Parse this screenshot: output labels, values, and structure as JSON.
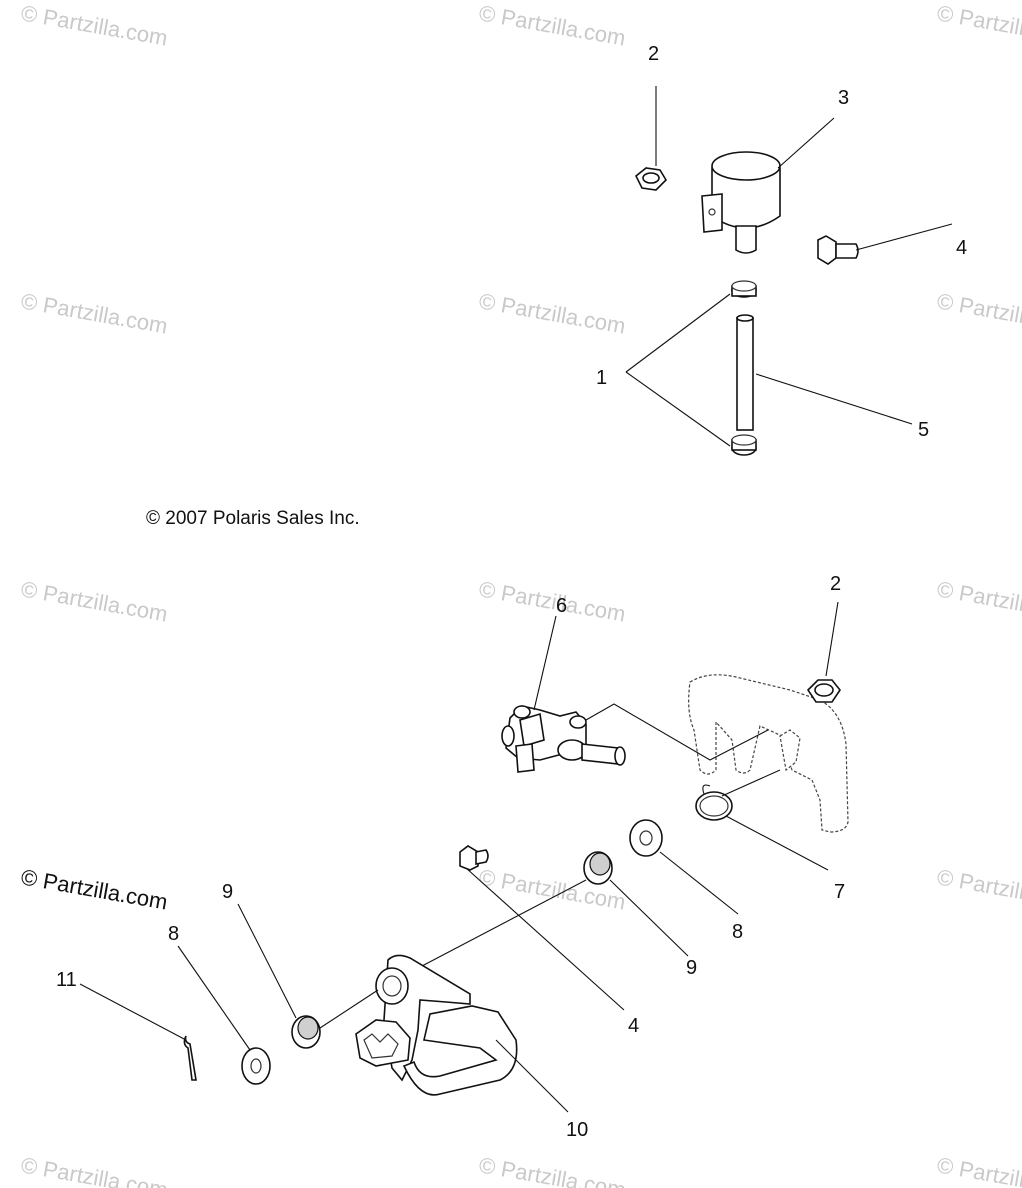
{
  "copyright": "© 2007 Polaris Sales Inc.",
  "watermark": "© Partzilla.com",
  "watermark_dark": "© Partzilla.com",
  "callouts": {
    "top": {
      "n1": "1",
      "n2": "2",
      "n3": "3",
      "n4": "4",
      "n5": "5"
    },
    "bottom": {
      "n2": "2",
      "n4": "4",
      "n6": "6",
      "n7": "7",
      "n8": "8",
      "n8b": "8",
      "n9a": "9",
      "n9b": "9",
      "n10": "10",
      "n11": "11"
    }
  }
}
